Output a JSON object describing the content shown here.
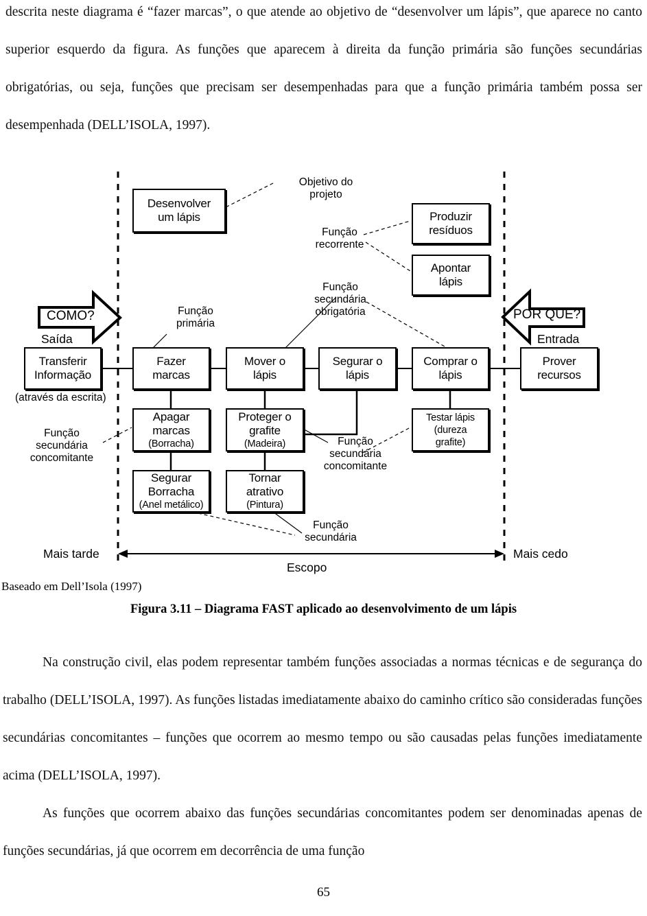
{
  "document": {
    "paragraph_top": "descrita neste diagrama é “fazer marcas”, o que atende ao objetivo de “desenvolver um lápis”, que aparece no canto superior esquerdo da figura. As funções que aparecem à direita da função primária são funções secundárias obrigatórias, ou seja, funções que precisam ser desempenhadas para que a função primária também possa ser desempenhada (DELL’ISOLA, 1997).",
    "paragraph_middle": "Na construção civil, elas podem representar também funções associadas a normas técnicas e de segurança do trabalho (DELL’ISOLA, 1997). As funções listadas imediatamente abaixo do caminho crítico são consideradas funções secundárias concomitantes – funções que ocorrem ao mesmo tempo ou são causadas pelas funções imediatamente acima (DELL’ISOLA, 1997).",
    "paragraph_bottom": "As funções que ocorrem abaixo das funções secundárias concomitantes podem ser denominadas apenas de funções secundárias, já que ocorrem em decorrência de uma função",
    "page_number": "65"
  },
  "figure": {
    "source_note": "Baseado em Dell’Isola (1997)",
    "caption": "Figura 3.11 – Diagrama FAST aplicado ao desenvolvimento de um lápis",
    "arrow_left_label": "COMO?",
    "arrow_right_label": "POR QUE?",
    "boundary_left_label": "Saída",
    "boundary_right_label": "Entrada",
    "scope_left_label": "Mais tarde",
    "scope_right_label": "Mais cedo",
    "scope_label": "Escopo",
    "output_note": "(através da escrita)",
    "boxes": {
      "objective": {
        "line1": "Desenvolver",
        "line2": "um lápis"
      },
      "output": {
        "line1": "Transferir",
        "line2": "Informação"
      },
      "primary": {
        "line1": "Fazer",
        "line2": "marcas"
      },
      "move": {
        "line1": "Mover o",
        "line2": "lápis"
      },
      "hold": {
        "line1": "Segurar o",
        "line2": "lápis"
      },
      "buy": {
        "line1": "Comprar o",
        "line2": "lápis"
      },
      "input": {
        "line1": "Prover",
        "line2": "recursos"
      },
      "waste": {
        "line1": "Produzir",
        "line2": "resíduos"
      },
      "sharpen": {
        "line1": "Apontar",
        "line2": "lápis"
      },
      "erase": {
        "line1": "Apagar",
        "line2": "marcas",
        "line3": "(Borracha)"
      },
      "protect": {
        "line1": "Proteger o",
        "line2": "grafite",
        "line3": "(Madeira)"
      },
      "hold_eraser": {
        "line1": "Segurar",
        "line2": "Borracha",
        "line3": "(Anel metálico)"
      },
      "attractive": {
        "line1": "Tornar",
        "line2": "atrativo",
        "line3": "(Pintura)"
      },
      "test": {
        "line1": "Testar lápis",
        "line2": "(dureza",
        "line3": "grafite)"
      }
    },
    "annotations": {
      "objective_callout": {
        "line1": "Objetivo do",
        "line2": "projeto"
      },
      "recurring": {
        "line1": "Função",
        "line2": "recorrente"
      },
      "mandatory_secondary": {
        "line1": "Função",
        "line2": "secundária",
        "line3": "obrigatória"
      },
      "primary_function": {
        "line1": "Função",
        "line2": "primária"
      },
      "concomitant_left": {
        "line1": "Função",
        "line2": "secundária",
        "line3": "concomitante"
      },
      "concomitant_right": {
        "line1": "Função",
        "line2": "secundária",
        "line3": "concomitante"
      },
      "secondary": {
        "line1": "Função",
        "line2": "secundária"
      }
    }
  }
}
